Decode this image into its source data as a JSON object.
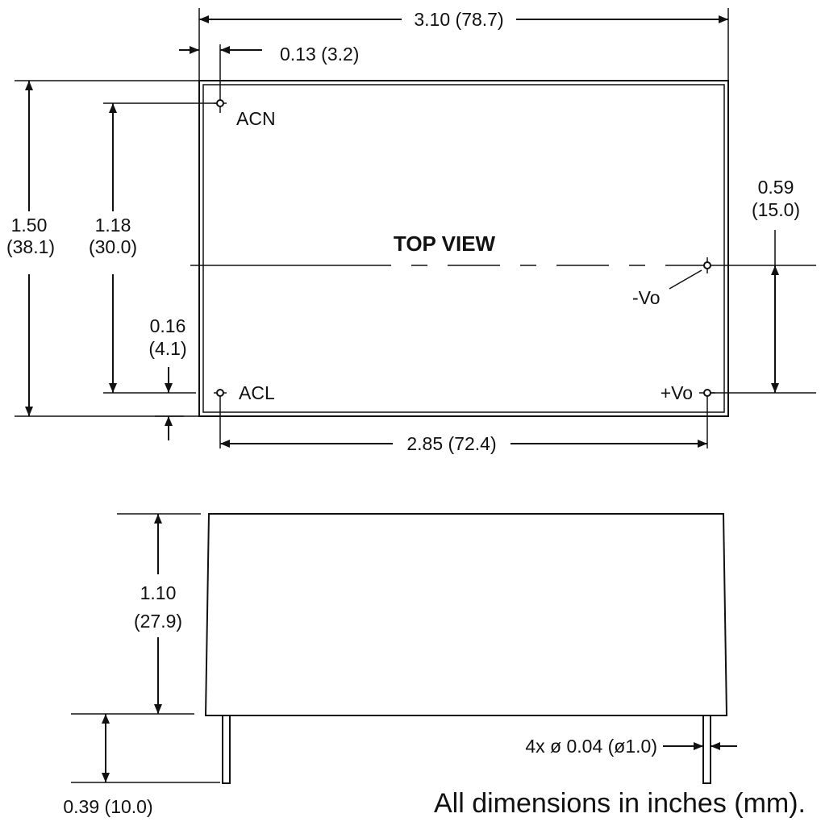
{
  "top_view": {
    "title": "TOP VIEW",
    "pins": {
      "acn": "ACN",
      "acl": "ACL",
      "neg_vo": "-Vo",
      "pos_vo": "+Vo"
    },
    "dimensions": {
      "overall_length": "3.10 (78.7)",
      "pin_edge_offset": "0.13 (3.2)",
      "overall_width_in": "1.50",
      "overall_width_mm": "(38.1)",
      "acn_to_acl_in": "1.18",
      "acn_to_acl_mm": "(30.0)",
      "acl_edge_offset_in": "0.16",
      "acl_edge_offset_mm": "(4.1)",
      "output_pin_spacing_in": "0.59",
      "output_pin_spacing_mm": "(15.0)",
      "pin_row_spacing": "2.85 (72.4)"
    }
  },
  "side_view": {
    "dimensions": {
      "height_in": "1.10",
      "height_mm": "(27.9)",
      "pin_length": "0.39 (10.0)",
      "pin_diameter": "4x ø 0.04 (ø1.0)"
    }
  },
  "footer_note": "All dimensions in inches (mm)."
}
